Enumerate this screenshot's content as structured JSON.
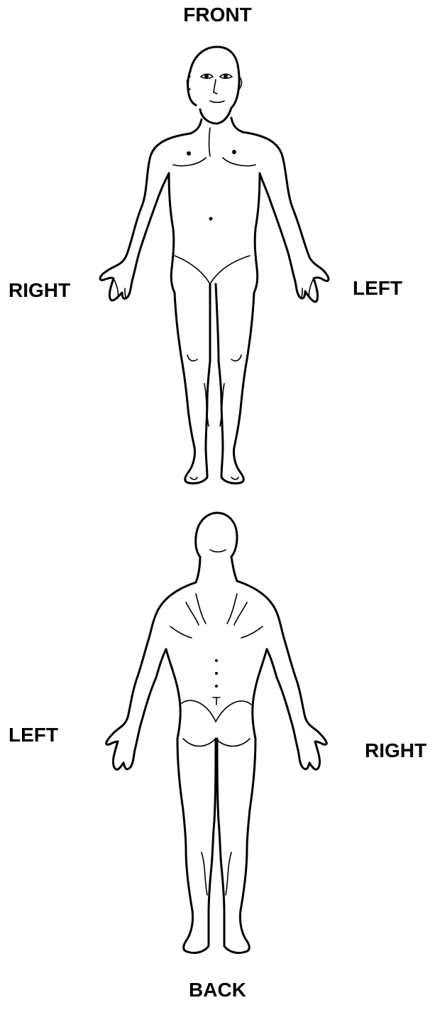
{
  "labels": {
    "front": "FRONT",
    "back": "BACK",
    "front_right": "RIGHT",
    "front_left": "LEFT",
    "back_left": "LEFT",
    "back_right": "RIGHT"
  },
  "colors": {
    "background": "#ffffff",
    "ink": "#000000"
  }
}
